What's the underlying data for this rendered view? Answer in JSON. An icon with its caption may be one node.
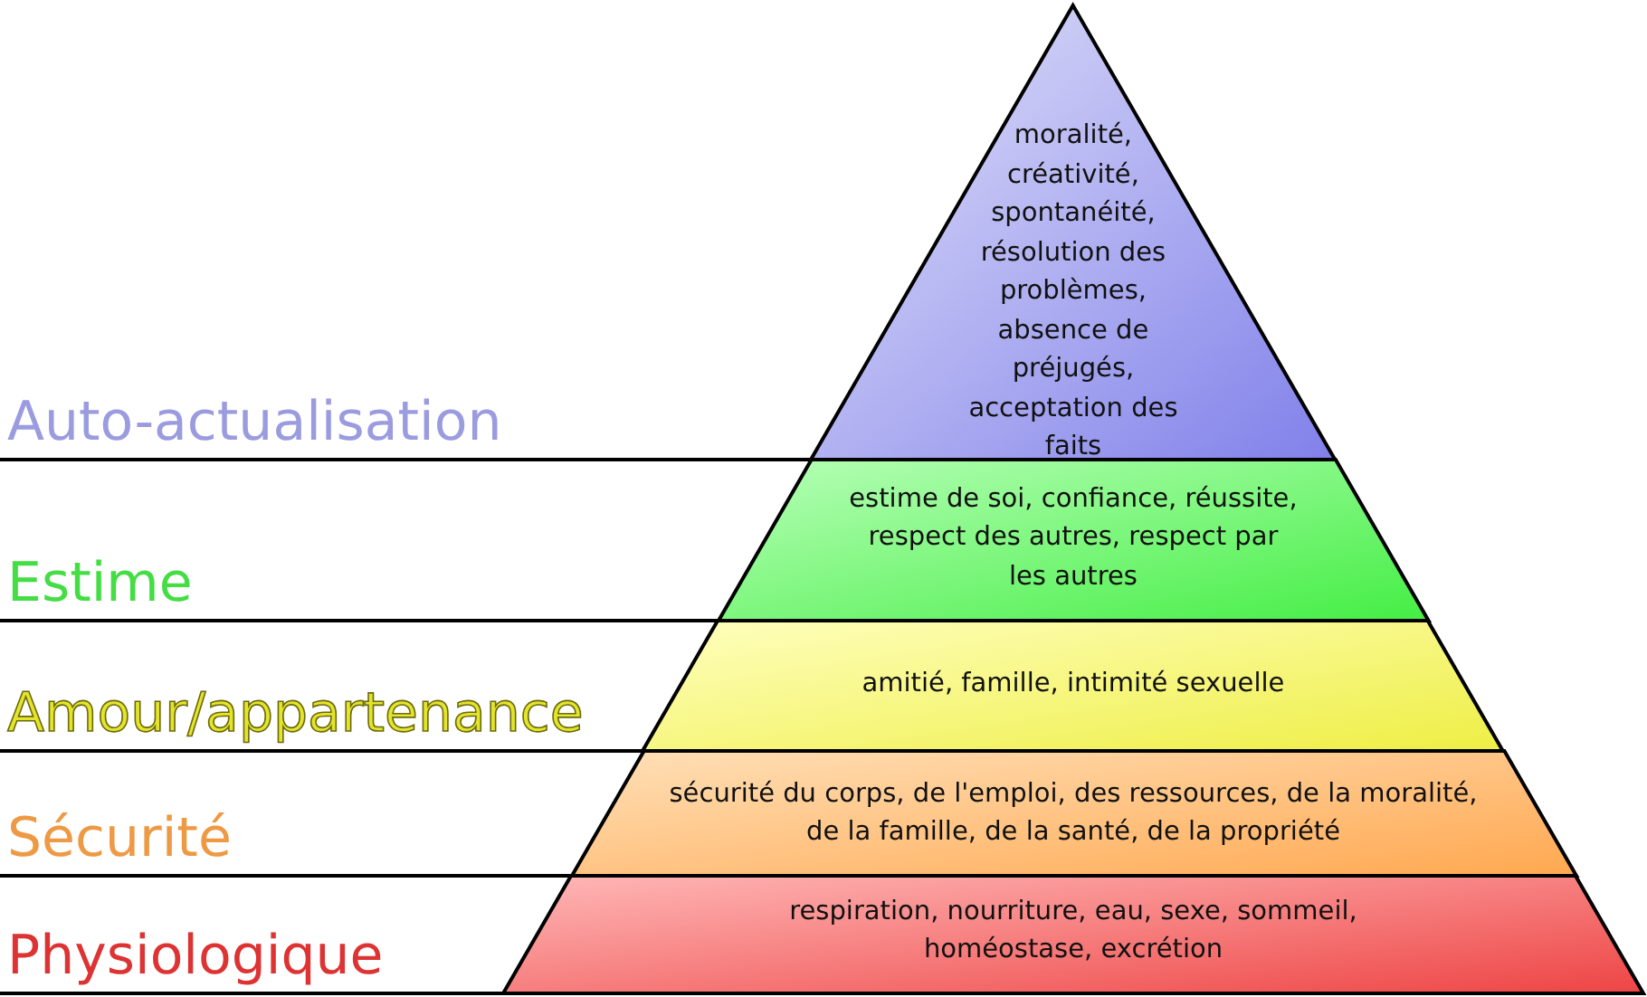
{
  "diagram": {
    "nodes": [
      {
        "text": [
          "moralité, créativité, spontanéité, résolution des problèmes, absence de préjugés, acceptation des faits"
        ]
      },
      {
        "text": [
          "estime de soi, confiance, réussite, respect des autres, respect par les autres"
        ]
      },
      {
        "text": [
          "amitié, famille, intimité sexuelle"
        ]
      },
      {
        "text": [
          "sécurité du corps, de l'emploi, des ressources, de la moralité, de la famille, de la santé, de la propriété"
        ]
      },
      {
        "text": [
          "respiration, nourriture, eau, sexe, sommeil, homéostase, excrétion"
        ]
      }
    ],
    "labels": [
      "Auto-actualisation",
      "Estime",
      "Amour/appartenance",
      "Sécurité",
      "Physiologique"
    ]
  }
}
